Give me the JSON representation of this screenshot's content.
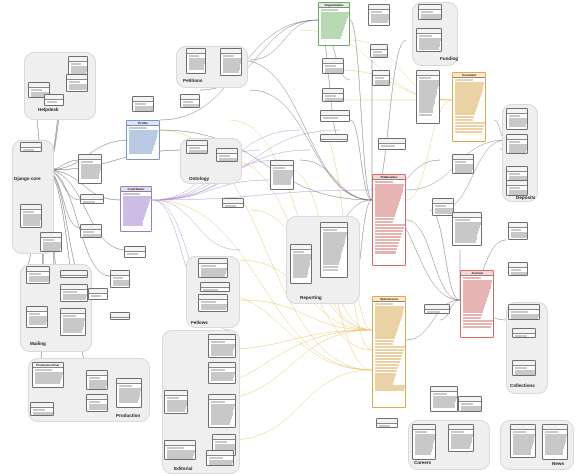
{
  "diagram": {
    "groups": [
      {
        "id": "helpdesk",
        "label": "Helpdesk"
      },
      {
        "id": "django-core",
        "label": "Django core"
      },
      {
        "id": "mailing",
        "label": "Mailing"
      },
      {
        "id": "production",
        "label": "Production"
      },
      {
        "id": "editorial",
        "label": "Editorial"
      },
      {
        "id": "petitions",
        "label": "Petitions"
      },
      {
        "id": "ontology",
        "label": "Ontology"
      },
      {
        "id": "fellows",
        "label": "Fellows"
      },
      {
        "id": "reporting",
        "label": "Reporting"
      },
      {
        "id": "funding",
        "label": "Funding"
      },
      {
        "id": "deposits",
        "label": "Deposits"
      },
      {
        "id": "collections",
        "label": "Collections"
      },
      {
        "id": "careers",
        "label": "Careers"
      },
      {
        "id": "news",
        "label": "News"
      }
    ],
    "tables": [
      {
        "id": "organization",
        "label": "Organization",
        "color": "green",
        "rows": 12
      },
      {
        "id": "comment",
        "label": "Comment",
        "color": "orange",
        "rows": 20
      },
      {
        "id": "profile",
        "label": "Profile",
        "color": "blue",
        "rows": 9
      },
      {
        "id": "contributor",
        "label": "Contributor",
        "color": "purple",
        "rows": 14
      },
      {
        "id": "publication",
        "label": "Publication",
        "color": "red",
        "rows": 28
      },
      {
        "id": "submission",
        "label": "Submission",
        "color": "orange",
        "rows": 36
      },
      {
        "id": "journal",
        "label": "Journal",
        "color": "red",
        "rows": 22
      },
      {
        "id": "productionuser",
        "label": "ProductionUser",
        "color": "gray",
        "rows": 4
      }
    ]
  },
  "colors": {
    "orange_link": "#e8b64a",
    "purple_link": "#a88fd0",
    "gray_link": "#555555",
    "group_bg": "#efefef"
  }
}
